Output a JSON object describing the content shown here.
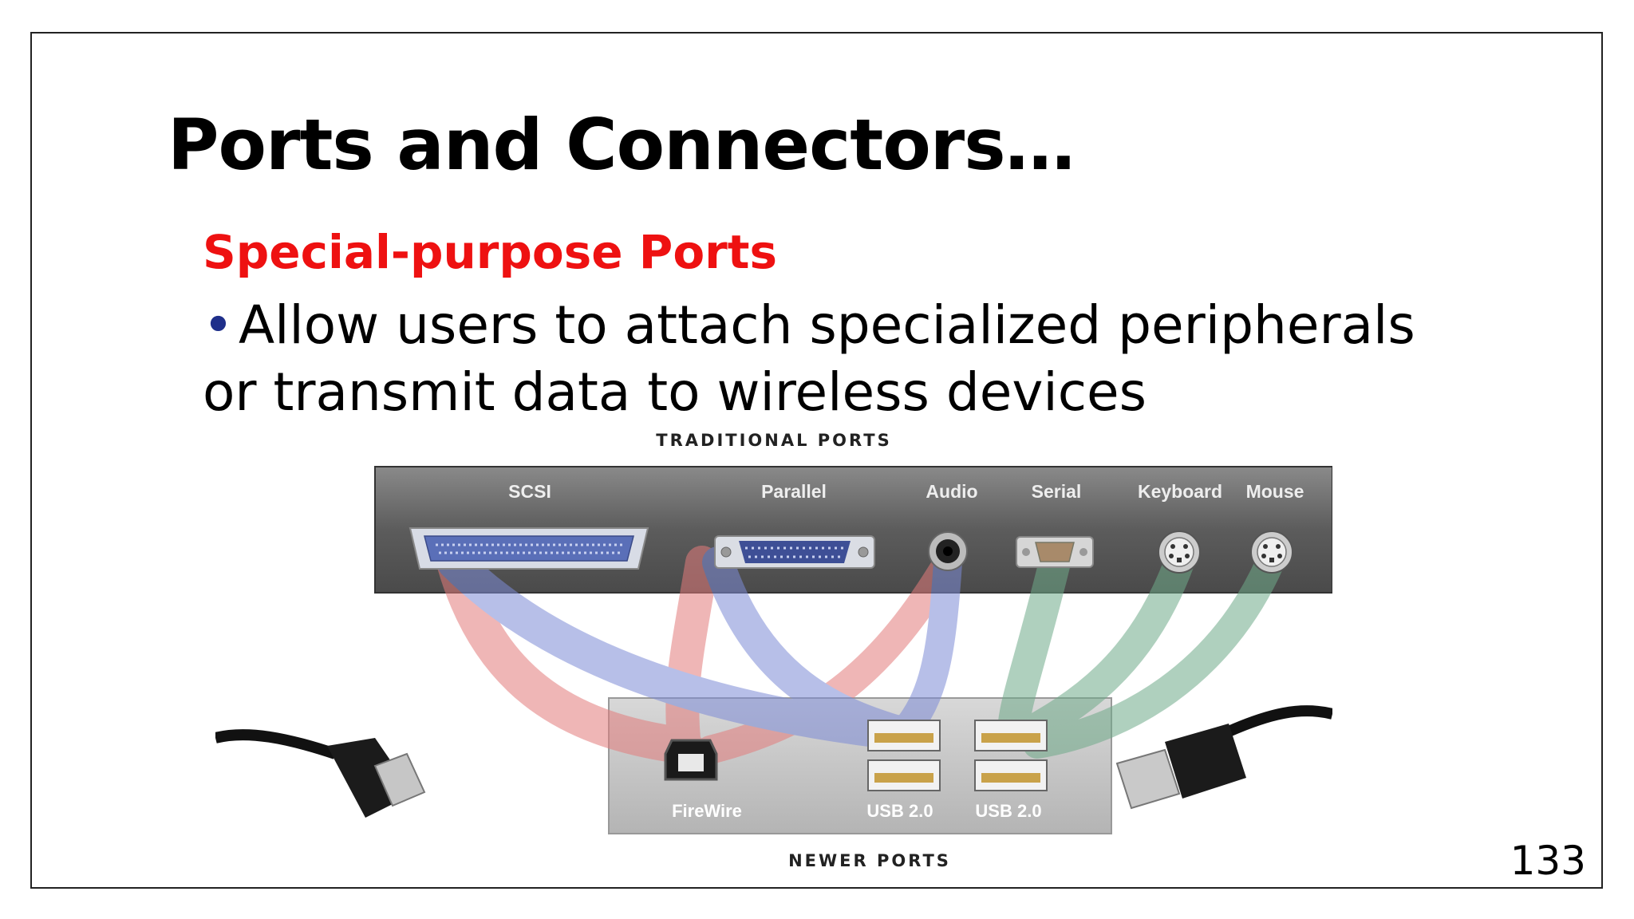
{
  "slide": {
    "title": "Ports and Connectors…",
    "subtitle": "Special-purpose Ports",
    "bullet": "Allow users to attach specialized peripherals or transmit data to wireless devices",
    "page_number": "133"
  },
  "diagram": {
    "traditional_heading": "TRADITIONAL PORTS",
    "newer_heading": "NEWER PORTS",
    "traditional_ports": [
      "SCSI",
      "Parallel",
      "Audio",
      "Serial",
      "Keyboard",
      "Mouse"
    ],
    "newer_ports": [
      "FireWire",
      "USB 2.0",
      "USB 2.0"
    ],
    "colors": {
      "firewire_links": "#e88a8a",
      "usb1_links": "#7f8fd6",
      "usb2_links": "#6faa8a",
      "panel": "#5c5c5c",
      "panel_light": "#cfcfcf"
    }
  }
}
